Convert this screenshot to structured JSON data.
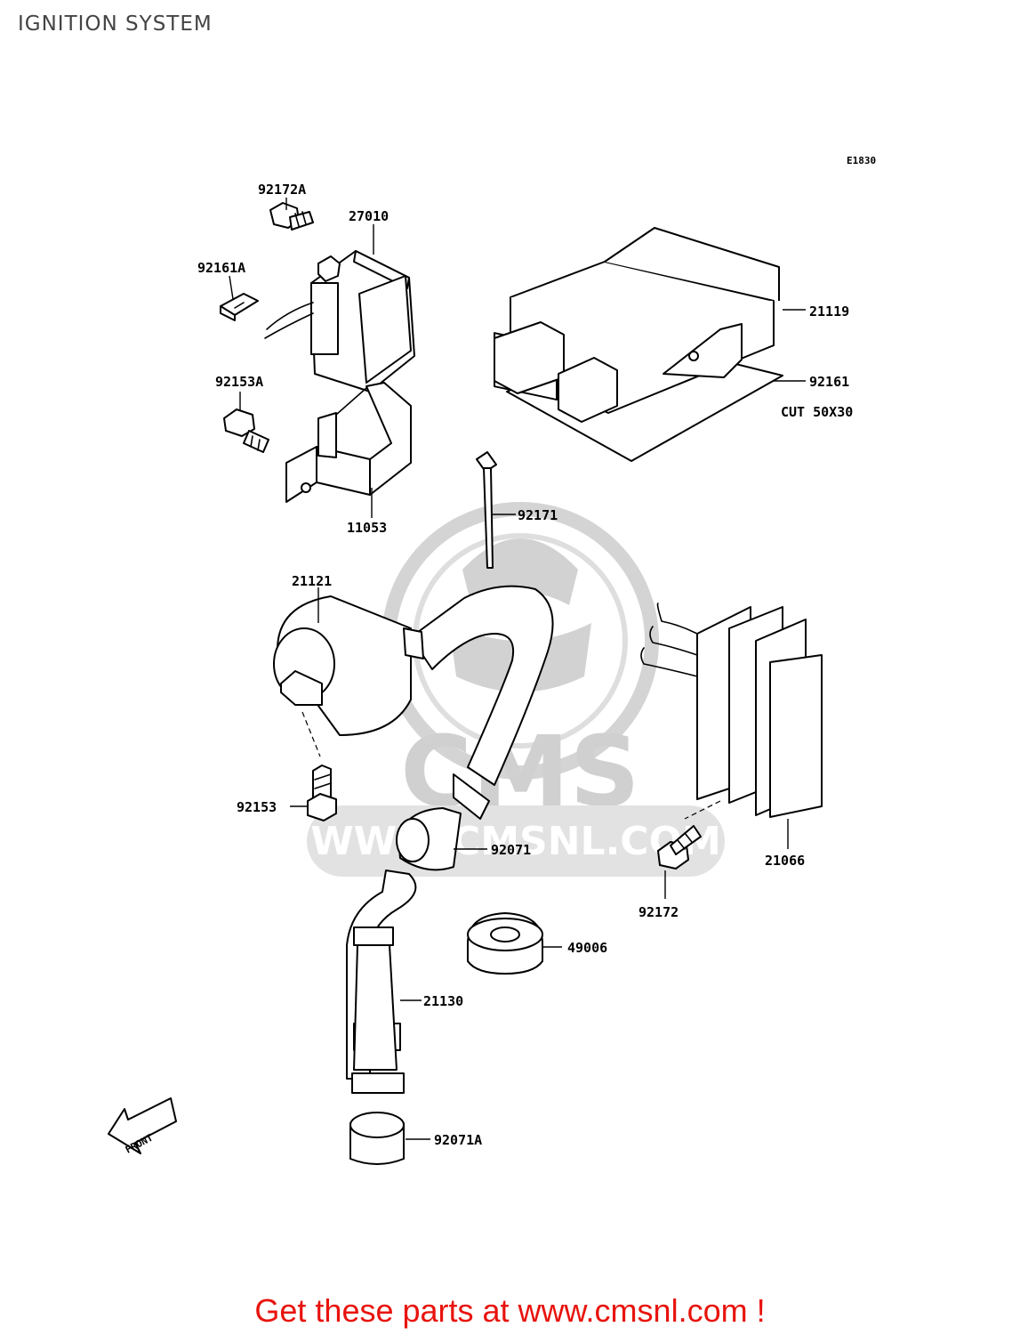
{
  "header": {
    "title": "IGNITION SYSTEM"
  },
  "diagram": {
    "ref_code": "E1830",
    "parts": [
      {
        "id": "92172A",
        "label": "92172A"
      },
      {
        "id": "27010",
        "label": "27010"
      },
      {
        "id": "92161A",
        "label": "92161A"
      },
      {
        "id": "21119",
        "label": "21119"
      },
      {
        "id": "92161",
        "label": "92161"
      },
      {
        "id": "92153A",
        "label": "92153A"
      },
      {
        "id": "11053",
        "label": "11053"
      },
      {
        "id": "92171",
        "label": "92171"
      },
      {
        "id": "21121",
        "label": "21121"
      },
      {
        "id": "92153",
        "label": "92153"
      },
      {
        "id": "92071",
        "label": "92071"
      },
      {
        "id": "21066",
        "label": "21066"
      },
      {
        "id": "92172",
        "label": "92172"
      },
      {
        "id": "49006",
        "label": "49006"
      },
      {
        "id": "21130",
        "label": "21130"
      },
      {
        "id": "92071A",
        "label": "92071A"
      }
    ],
    "note": "CUT 50X30",
    "front_arrow": "FRONT",
    "watermark": {
      "brand": "CMS",
      "url": "WWW.CMSNL.COM"
    }
  },
  "footer": {
    "text": "Get these parts at www.cmsnl.com !",
    "color": "#e8130d"
  }
}
